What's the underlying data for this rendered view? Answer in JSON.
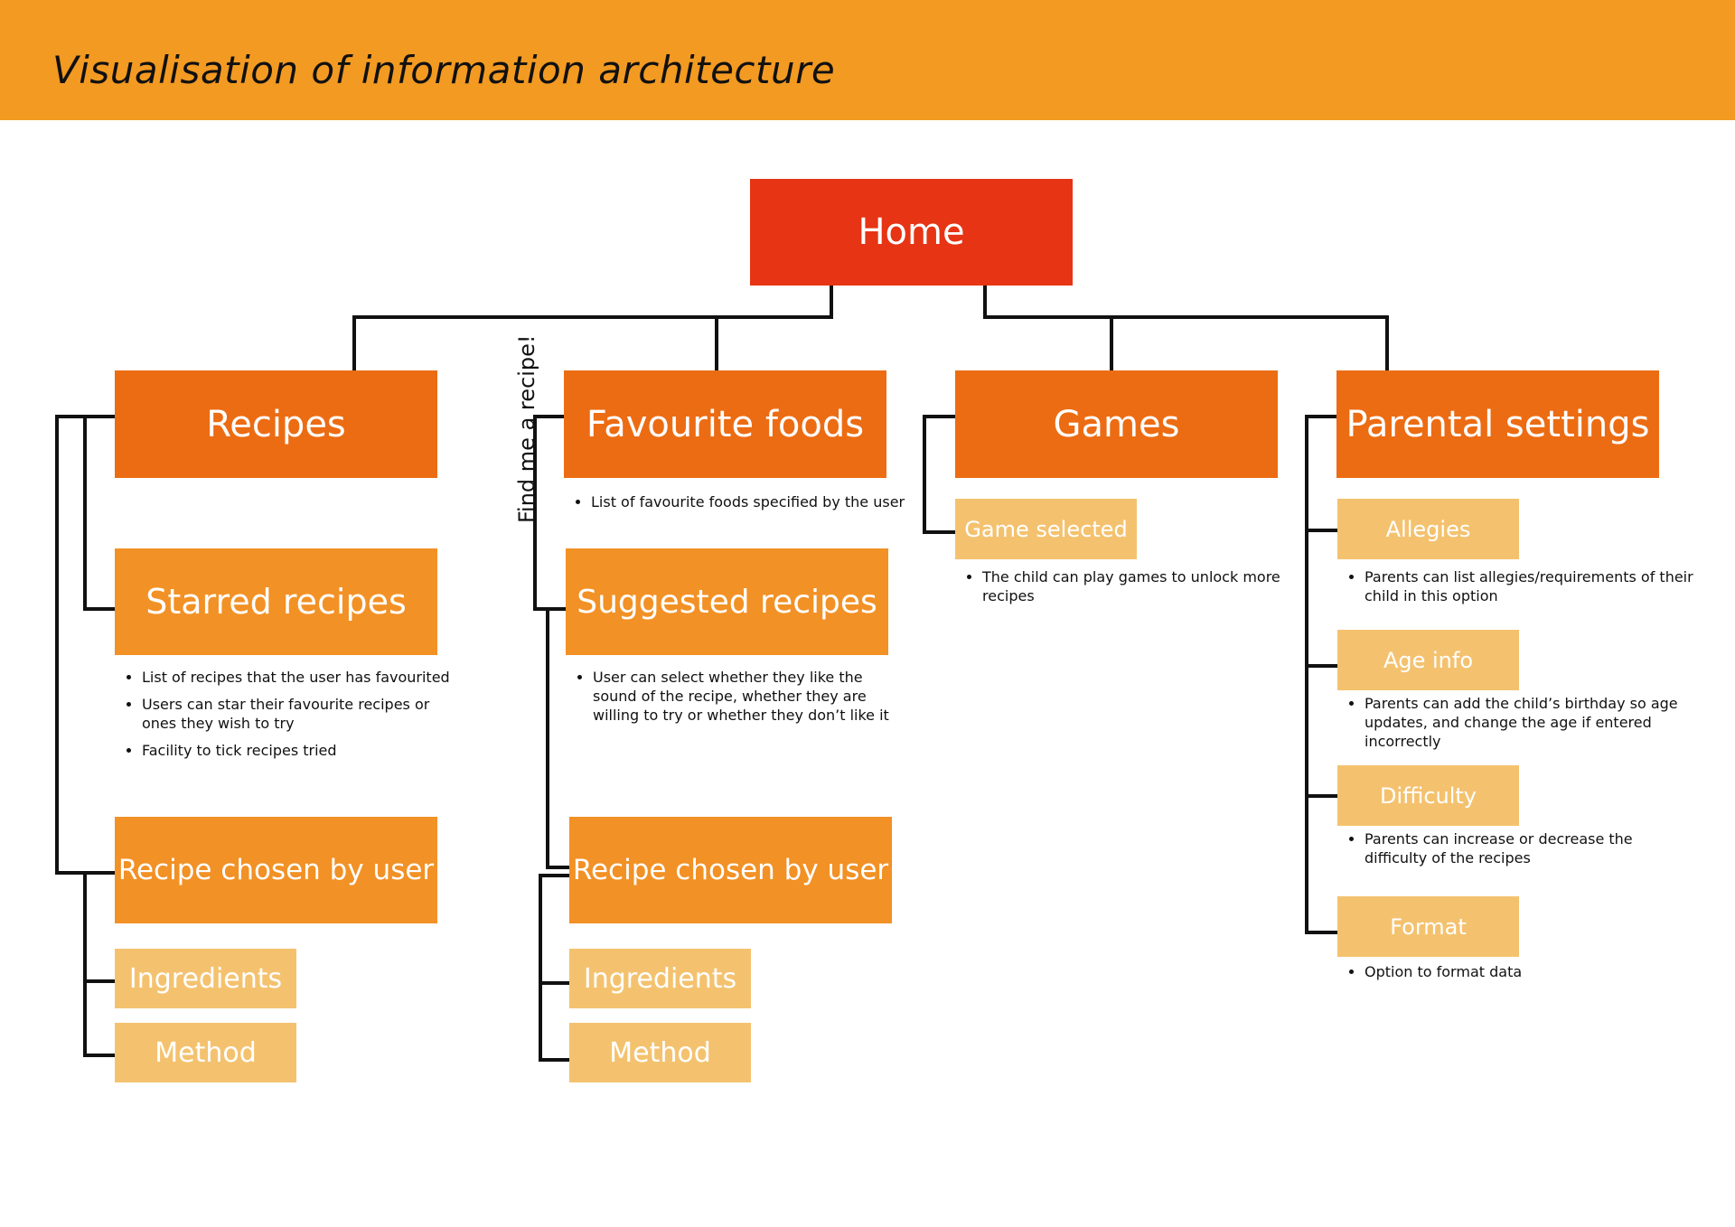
{
  "header": {
    "title": "Visualisation of information architecture"
  },
  "colors": {
    "header_bg": "#f39a22",
    "home": "#e63414",
    "level1": "#ec6c13",
    "level2": "#f29125",
    "level3": "#f4c26f",
    "connector": "#111111"
  },
  "nodes": {
    "home": "Home",
    "recipes": "Recipes",
    "favourite_foods": "Favourite foods",
    "games": "Games",
    "parental_settings": "Parental settings",
    "starred_recipes": "Starred recipes",
    "recipe_chosen_left": "Recipe chosen by user",
    "ingredients_left": "Ingredients",
    "method_left": "Method",
    "suggested_recipes": "Suggested recipes",
    "recipe_chosen_mid": "Recipe chosen by user",
    "ingredients_mid": "Ingredients",
    "method_mid": "Method",
    "game_selected": "Game selected",
    "allergies": "Allegies",
    "age_info": "Age info",
    "difficulty": "Difficulty",
    "format": "Format"
  },
  "side_label": "Find me a recipe!",
  "notes": {
    "favourite_foods": [
      "List of favourite foods specified by the user"
    ],
    "starred_recipes": [
      "List of recipes that the user has favourited",
      "Users can star their favourite recipes or ones they wish to try",
      "Facility to tick recipes tried"
    ],
    "suggested_recipes": [
      "User can select whether they like the sound of the recipe, whether they are willing to try or whether they don’t like it"
    ],
    "game_selected": [
      "The child can play games to unlock more recipes"
    ],
    "allergies": [
      "Parents can list allegies/requirements of their child in this option"
    ],
    "age_info": [
      "Parents can add the child’s birthday so age updates, and change the age if entered incorrectly"
    ],
    "difficulty": [
      "Parents can increase or decrease the difficulty of the recipes"
    ],
    "format": [
      "Option to format data"
    ]
  }
}
